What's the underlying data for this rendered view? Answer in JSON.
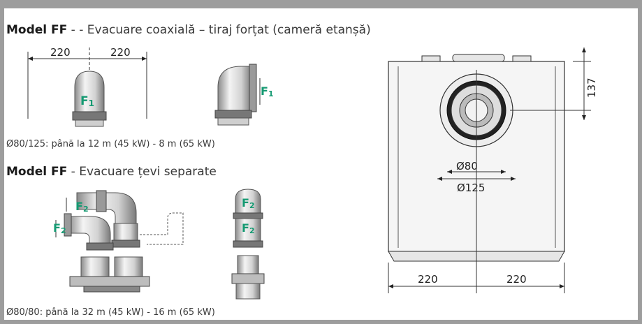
{
  "section1": {
    "model": "Model FF",
    "title": " - - Evacuare coaxială – tiraj forțat (cameră etanșă)",
    "note": "Ø80/125: până la  12 m (45 kW) - 8 m (65 kW)"
  },
  "section2": {
    "model": "Model FF",
    "title": " - Evacuare țevi separate",
    "note": "Ø80/80: până la  32 m (45 kW) - 16 m (65 kW)"
  },
  "labels": {
    "f1": "F",
    "f1_sub": "1",
    "f2": "F",
    "f2_sub": "2"
  },
  "dimensions": {
    "left_a": "220",
    "left_b": "220",
    "height": "137",
    "d80": "Ø80",
    "d125": "Ø125",
    "bottom_a": "220",
    "bottom_b": "220"
  },
  "colors": {
    "frame": "#9d9d9d",
    "accent_green": "#159a72"
  }
}
